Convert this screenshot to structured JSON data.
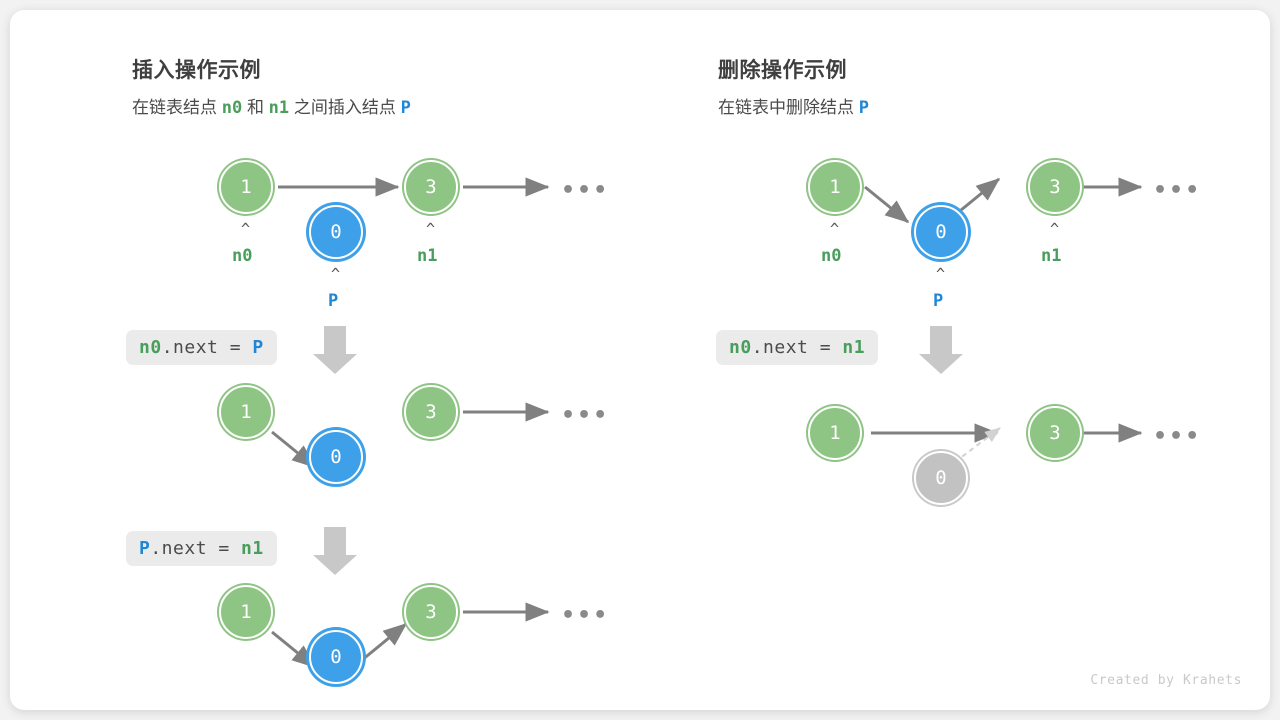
{
  "credit": "Created by Krahets",
  "colors": {
    "node_green": "#8ec484",
    "node_blue": "#3ea0e8",
    "node_gray": "#c2c2c2",
    "arrow_gray": "#808080",
    "label_green": "#4a9e5c",
    "label_blue": "#1f87d4",
    "chip_bg": "#ebebeb",
    "card_bg": "#ffffff",
    "page_bg": "#f2f2f2"
  },
  "insert_panel": {
    "title": "插入操作示例",
    "subtitle": {
      "part1": "在链表结点 ",
      "n0": "n0",
      "part2": " 和 ",
      "n1": "n1",
      "part3": " 之间插入结点 ",
      "p": "P"
    },
    "rows": [
      {
        "name": "initial-state",
        "nodes": [
          {
            "value": "1",
            "color": "green",
            "pointer": "n0",
            "pointer_color": "green"
          },
          {
            "value": "0",
            "color": "blue",
            "pointer": "P",
            "pointer_color": "blue"
          },
          {
            "value": "3",
            "color": "green",
            "pointer": "n1",
            "pointer_color": "green"
          }
        ],
        "ellipsis": "•••"
      },
      {
        "name": "after-step-1",
        "nodes": [
          {
            "value": "1",
            "color": "green"
          },
          {
            "value": "0",
            "color": "blue"
          },
          {
            "value": "3",
            "color": "green"
          }
        ],
        "ellipsis": "•••"
      },
      {
        "name": "after-step-2",
        "nodes": [
          {
            "value": "1",
            "color": "green"
          },
          {
            "value": "0",
            "color": "blue"
          },
          {
            "value": "3",
            "color": "green"
          }
        ],
        "ellipsis": "•••"
      }
    ],
    "steps": [
      {
        "name": "step-1",
        "target": "n0",
        "target_color": "green",
        "rest": ".next = ",
        "operand": "P",
        "operand_color": "blue"
      },
      {
        "name": "step-2",
        "target": "P",
        "target_color": "blue",
        "rest": ".next = ",
        "operand": "n1",
        "operand_color": "green"
      }
    ]
  },
  "delete_panel": {
    "title": "删除操作示例",
    "subtitle": {
      "part1": "在链表中删除结点 ",
      "p": "P"
    },
    "rows": [
      {
        "name": "initial-state",
        "nodes": [
          {
            "value": "1",
            "color": "green",
            "pointer": "n0",
            "pointer_color": "green"
          },
          {
            "value": "0",
            "color": "blue",
            "pointer": "P",
            "pointer_color": "blue"
          },
          {
            "value": "3",
            "color": "green",
            "pointer": "n1",
            "pointer_color": "green"
          }
        ],
        "ellipsis": "•••"
      },
      {
        "name": "after-delete",
        "nodes": [
          {
            "value": "1",
            "color": "green"
          },
          {
            "value": "0",
            "color": "gray"
          },
          {
            "value": "3",
            "color": "green"
          }
        ],
        "ellipsis": "•••"
      }
    ],
    "steps": [
      {
        "name": "step-1",
        "target": "n0",
        "target_color": "green",
        "rest": ".next = ",
        "operand": "n1",
        "operand_color": "green"
      }
    ]
  }
}
